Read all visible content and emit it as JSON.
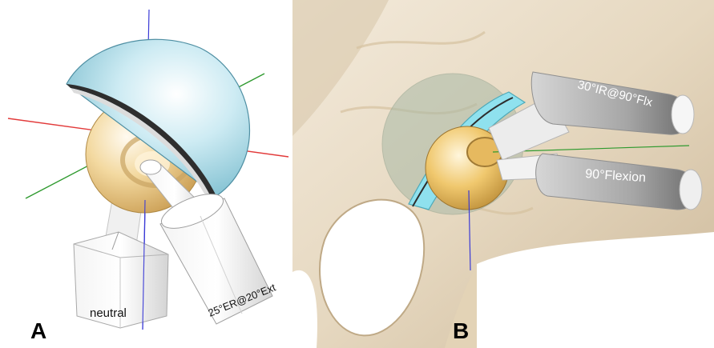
{
  "panels": [
    {
      "letter": "A",
      "labels": {
        "neutral": "neutral",
        "ext": "25°ER@20°Ext"
      }
    },
    {
      "letter": "B",
      "labels": {
        "flex": "90°Flexion",
        "ir": "30°IR@90°Flx"
      }
    }
  ],
  "colors": {
    "cup": "#a9dbe8",
    "head": "#f3d9a0",
    "liner": "#3a3a3a",
    "bone": "#ece0cc",
    "x_axis": "#e23a3a",
    "y_axis": "#2f9a2f",
    "z_axis": "#3a3ad6"
  }
}
